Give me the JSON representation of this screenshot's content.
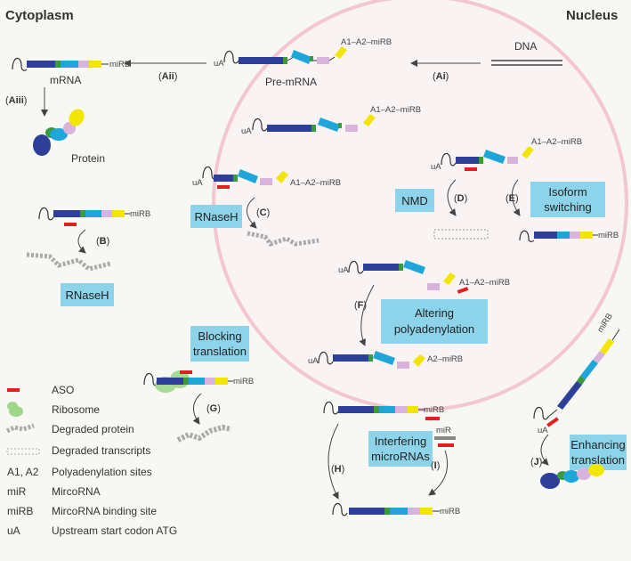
{
  "regions": {
    "cytoplasm": "Cytoplasm",
    "nucleus": "Nucleus"
  },
  "molecules": {
    "dna": "DNA",
    "pre_mrna": "Pre-mRNA",
    "mrna": "mRNA",
    "protein": "Protein",
    "ua": "uA",
    "mirb": "miRB",
    "a1a2": "A1–A2–miRB",
    "a2": "A2–miRB",
    "mir": "miR"
  },
  "steps": {
    "ai": "Ai",
    "aii": "Aii",
    "aiii": "Aiii",
    "b": "B",
    "c": "C",
    "d": "D",
    "e": "E",
    "f": "F",
    "g": "G",
    "h": "H",
    "i": "I",
    "j": "J"
  },
  "boxes": {
    "rnaseh_b": "RNaseH",
    "rnaseh_c": "RNaseH",
    "nmd": "NMD",
    "isoform": [
      "Isoform",
      "switching"
    ],
    "altpoly": [
      "Altering",
      "polyadenylation"
    ],
    "blocking": [
      "Blocking",
      "translation"
    ],
    "interfering": [
      "Interfering",
      "microRNAs"
    ],
    "enhancing": [
      "Enhancing",
      "translation"
    ]
  },
  "legend": [
    {
      "symbol": "ASO",
      "meaning": "ASO"
    },
    {
      "symbol": "ribosome",
      "meaning": "Ribosome"
    },
    {
      "symbol": "degraded-protein",
      "meaning": "Degraded protein"
    },
    {
      "symbol": "degraded-transcripts",
      "meaning": "Degraded transcripts"
    },
    {
      "symbol": "A1, A2",
      "meaning": "Polyadenylation sites"
    },
    {
      "symbol": "miR",
      "meaning": "MircoRNA"
    },
    {
      "symbol": "miRB",
      "meaning": "MircoRNA binding site"
    },
    {
      "symbol": "uA",
      "meaning": "Upstream start codon ATG"
    }
  ],
  "colors": {
    "exon_navy": "#2e3f9a",
    "exon_cyan": "#1fa6d9",
    "exon_green": "#3a9a3e",
    "exon_pink": "#d8b4dc",
    "exon_yellow": "#f2e600",
    "aso_red": "#e02020",
    "ribosome_green": "#9ed68a",
    "box_blue": "#8dd4ea",
    "nucleus_pink": "#f3c6d1"
  }
}
